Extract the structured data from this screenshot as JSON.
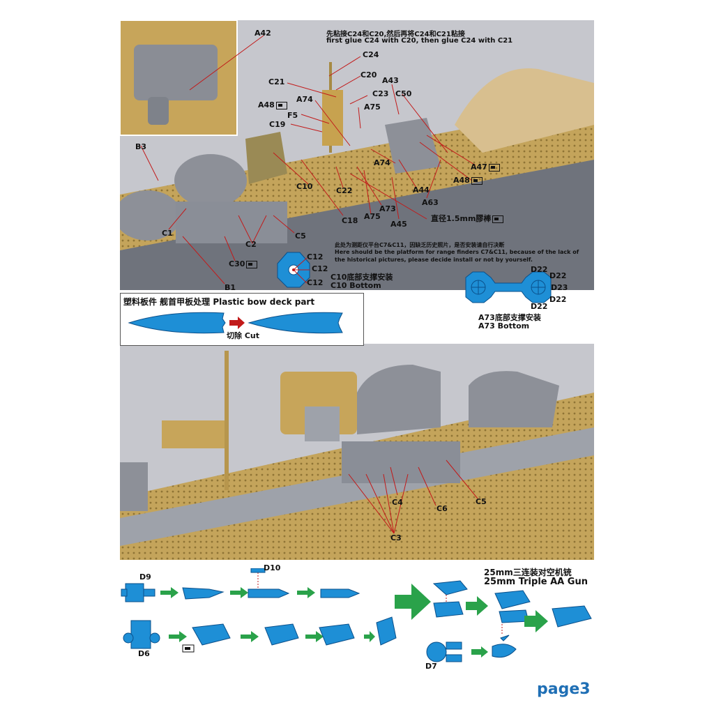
{
  "top_note": {
    "zh": "先粘接C24和C20,然后再将C24和C21粘接",
    "en": "first glue C24 with C20, then glue C24 with C21"
  },
  "top_labels": [
    "A42",
    "C24",
    "C20",
    "C21",
    "A43",
    "C23",
    "C50",
    "A74",
    "A48",
    "A75",
    "F5",
    "C19",
    "B3",
    "A74",
    "A47",
    "A48",
    "C10",
    "C22",
    "A44",
    "A63",
    "A73",
    "C18",
    "A75",
    "A45",
    "C1",
    "C2",
    "C5",
    "C30",
    "B1"
  ],
  "rod_note": "直径1.5mm膠棒",
  "rangefinder_note": {
    "zh": "此处为测距仪平台C7&C11，因缺乏历史照片，是否安装请自行决断",
    "en1": "Here should be the platform for range finders C7&C11, because of the lack of",
    "en2": "the historical pictures, please decide install or not by yourself."
  },
  "c10": {
    "parts": [
      "C12",
      "C12",
      "C12"
    ],
    "zh": "C10底部支撑安装",
    "en": "C10 Bottom"
  },
  "a73": {
    "parts": [
      "D22",
      "D22",
      "D23",
      "D22",
      "D22"
    ],
    "zh": "A73底部支撑安装",
    "en": "A73 Bottom"
  },
  "bow_box": {
    "title": "塑料板件 舰首甲板处理 Plastic bow deck part",
    "cut": "切除 Cut"
  },
  "middle_labels": [
    "C4",
    "C6",
    "C5",
    "C3"
  ],
  "aa_gun": {
    "zh": "25mm三连装对空机铳",
    "en": "25mm Triple AA Gun",
    "parts": [
      "D9",
      "D10",
      "D6",
      "D7"
    ]
  },
  "page_label": "page3",
  "colors": {
    "part_blue": "#1e8fd6",
    "arrow_green": "#2aa24a",
    "page_blue": "#1f6fb5",
    "hull_grey": "#8a8f99",
    "brass": "#c9a95a"
  }
}
